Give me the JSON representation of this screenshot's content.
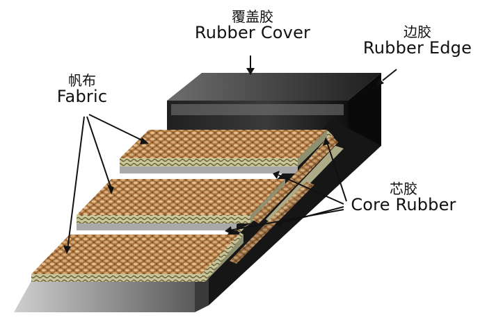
{
  "labels": {
    "rubber_cover": {
      "zh": "覆盖胶",
      "en": "Rubber Cover"
    },
    "rubber_edge": {
      "zh": "边胶",
      "en": "Rubber Edge"
    },
    "fabric": {
      "zh": "帆布",
      "en": "Fabric"
    },
    "core_rubber": {
      "zh": "芯胶",
      "en": "Core Rubber"
    }
  },
  "colors": {
    "fabric_base": "#b07c4c",
    "fabric_light": "#e0b88a",
    "core_green": "#c8c9a0",
    "rubber_dark": "#141414",
    "rubber_grey": "#9a9a9a"
  }
}
